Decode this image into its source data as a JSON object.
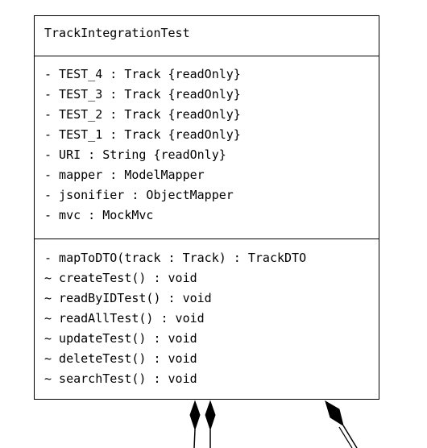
{
  "class_box": {
    "name": "TrackIntegrationTest",
    "attributes": [
      "- TEST_4 : Track {readOnly}",
      "- TEST_3 : Track {readOnly}",
      "- TEST_2 : Track {readOnly}",
      "- TEST_1 : Track {readOnly}",
      "- URI : String {readOnly}",
      "- mapper : ModelMapper",
      "- jsonifier : ObjectMapper",
      "- mvc : MockMvc"
    ],
    "operations": [
      "- mapToDTO(track : Track) : TrackDTO",
      "~ createTest() : void",
      "~ readByIDTest() : void",
      "~ readAllTest() : void",
      "~ updateTest() : void",
      "~ deleteTest() : void",
      "~ searchTest() : void"
    ]
  },
  "connectors": [
    {
      "kind": "composition",
      "end": "diamond"
    },
    {
      "kind": "composition",
      "end": "diamond"
    },
    {
      "kind": "composition",
      "end": "diamond"
    }
  ],
  "colors": {
    "line": "#000000",
    "background": "#ffffff"
  }
}
